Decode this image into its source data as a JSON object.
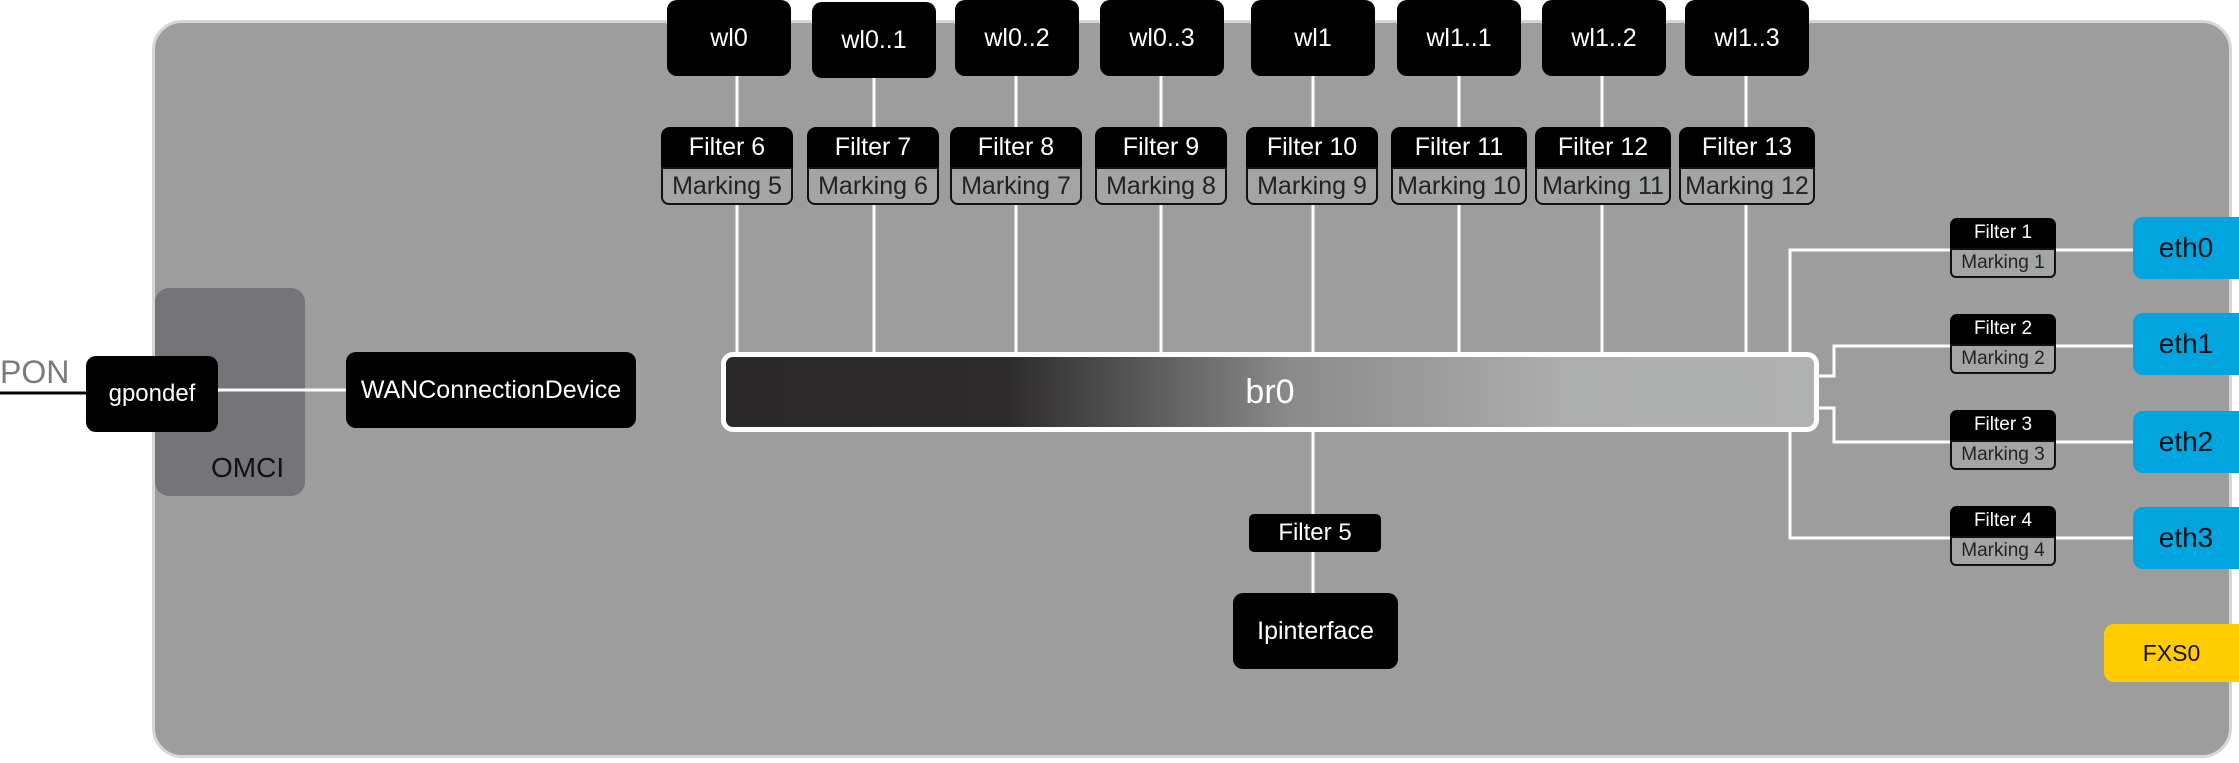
{
  "pon_label": "PON",
  "omci_label": "OMCI",
  "gpondef_label": "gpondef",
  "wan_label": "WANConnectionDevice",
  "bridge_label": "br0",
  "wl_ports": [
    {
      "name": "wl0",
      "filter": "Filter 6",
      "marking": "Marking 5"
    },
    {
      "name": "wl0..1",
      "filter": "Filter 7",
      "marking": "Marking 6"
    },
    {
      "name": "wl0..2",
      "filter": "Filter 8",
      "marking": "Marking 7"
    },
    {
      "name": "wl0..3",
      "filter": "Filter 9",
      "marking": "Marking 8"
    },
    {
      "name": "wl1",
      "filter": "Filter 10",
      "marking": "Marking 9"
    },
    {
      "name": "wl1..1",
      "filter": "Filter 11",
      "marking": "Marking 10"
    },
    {
      "name": "wl1..2",
      "filter": "Filter 12",
      "marking": "Marking 11"
    },
    {
      "name": "wl1..3",
      "filter": "Filter 13",
      "marking": "Marking 12"
    }
  ],
  "eth_ports": [
    {
      "name": "eth0",
      "filter": "Filter 1",
      "marking": "Marking 1"
    },
    {
      "name": "eth1",
      "filter": "Filter 2",
      "marking": "Marking 2"
    },
    {
      "name": "eth2",
      "filter": "Filter 3",
      "marking": "Marking 3"
    },
    {
      "name": "eth3",
      "filter": "Filter 4",
      "marking": "Marking 4"
    }
  ],
  "ip_filter_label": "Filter 5",
  "ipinterface_label": "Ipinterface",
  "fxs_label": "FXS0",
  "colors": {
    "device_bg": "#9c9d9c",
    "omci_bg": "#757479",
    "eth_accent": "#00a5e0",
    "fxs_accent": "#ffcc00",
    "node_bg": "#000000"
  }
}
